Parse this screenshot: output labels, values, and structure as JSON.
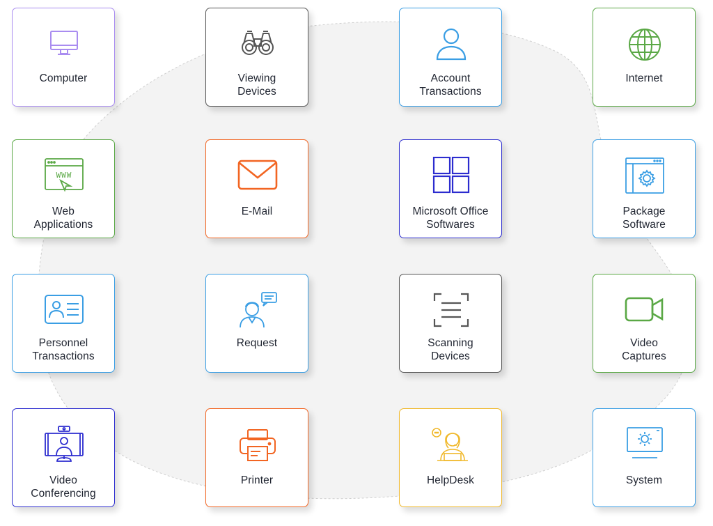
{
  "colors": {
    "purple": "#a98cf0",
    "gray": "#555555",
    "blue": "#3a9ee4",
    "green": "#5aa845",
    "orange": "#f26522",
    "navy": "#2c2ccf",
    "gold": "#f0b82a",
    "background_blob": "#f3f3f3",
    "text": "#1f2430"
  },
  "cards": [
    {
      "label": "Computer",
      "icon": "computer-monitor-icon",
      "color": "#a98cf0"
    },
    {
      "label": "Viewing\nDevices",
      "icon": "binoculars-icon",
      "color": "#555555"
    },
    {
      "label": "Account\nTransactions",
      "icon": "user-account-icon",
      "color": "#3a9ee4"
    },
    {
      "label": "Internet",
      "icon": "globe-icon",
      "color": "#5aa845"
    },
    {
      "label": "Web\nApplications",
      "icon": "web-browser-icon",
      "color": "#5aa845"
    },
    {
      "label": "E-Mail",
      "icon": "envelope-icon",
      "color": "#f26522"
    },
    {
      "label": "Microsoft Office\nSoftwares",
      "icon": "office-grid-icon",
      "color": "#2c2ccf"
    },
    {
      "label": "Package\nSoftware",
      "icon": "software-gear-icon",
      "color": "#3a9ee4"
    },
    {
      "label": "Personnel\nTransactions",
      "icon": "id-card-icon",
      "color": "#3a9ee4"
    },
    {
      "label": "Request",
      "icon": "person-chat-icon",
      "color": "#3a9ee4"
    },
    {
      "label": "Scanning\nDevices",
      "icon": "scanner-icon",
      "color": "#555555"
    },
    {
      "label": "Video\nCaptures",
      "icon": "video-camera-icon",
      "color": "#5aa845"
    },
    {
      "label": "Video\nConferencing",
      "icon": "video-conference-icon",
      "color": "#2c2ccf"
    },
    {
      "label": "Printer",
      "icon": "printer-icon",
      "color": "#f26522"
    },
    {
      "label": "HelpDesk",
      "icon": "helpdesk-agent-icon",
      "color": "#f0b82a"
    },
    {
      "label": "System",
      "icon": "system-monitor-icon",
      "color": "#3a9ee4"
    }
  ]
}
